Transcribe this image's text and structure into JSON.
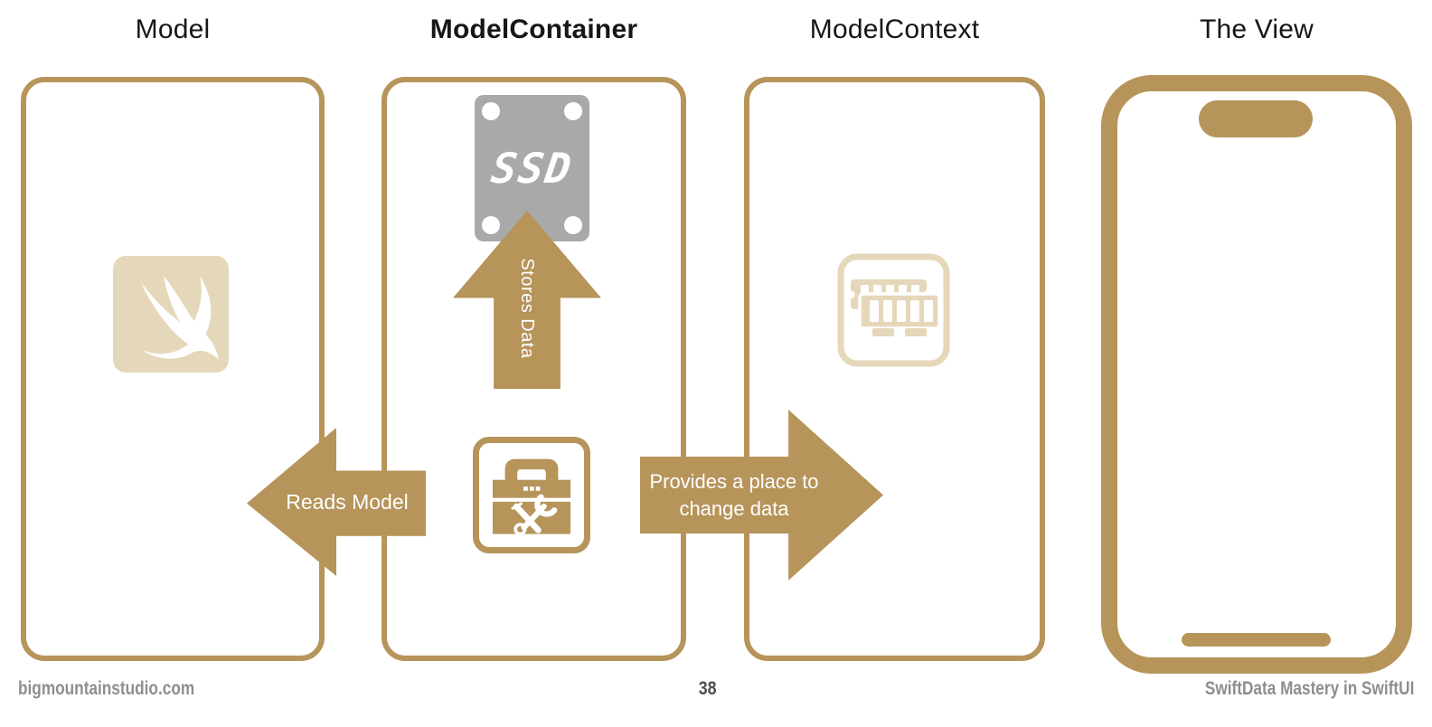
{
  "titles": [
    {
      "label": "Model"
    },
    {
      "label": "ModelContainer"
    },
    {
      "label": "ModelContext"
    },
    {
      "label": "The View"
    }
  ],
  "container": {
    "ssd_label": "SSD"
  },
  "arrows": {
    "stores_data": "Stores Data",
    "reads_model": "Reads Model",
    "provides_line1": "Provides a place to",
    "provides_line2": "change data"
  },
  "footer": {
    "website": "bigmountainstudio.com",
    "page_number": "38",
    "book_title": "SwiftData Mastery in SwiftUI"
  },
  "icons": {
    "swift_logo": "swift-logo-icon",
    "ssd_drive": "ssd-drive-icon",
    "toolbox": "toolbox-icon",
    "ram_memory": "ram-memory-icon",
    "phone_frame": "iphone-frame",
    "dynamic_island": "dynamic-island",
    "home_indicator": "home-indicator"
  },
  "colors": {
    "gold": "#B6945A",
    "beige": "#E5D7B9",
    "ssd_gray": "#A9A9A9",
    "footer_gray": "#8E8E8E",
    "page_gray": "#4F4F4F",
    "title_color": "#161616",
    "background": "#FFFFFF"
  }
}
